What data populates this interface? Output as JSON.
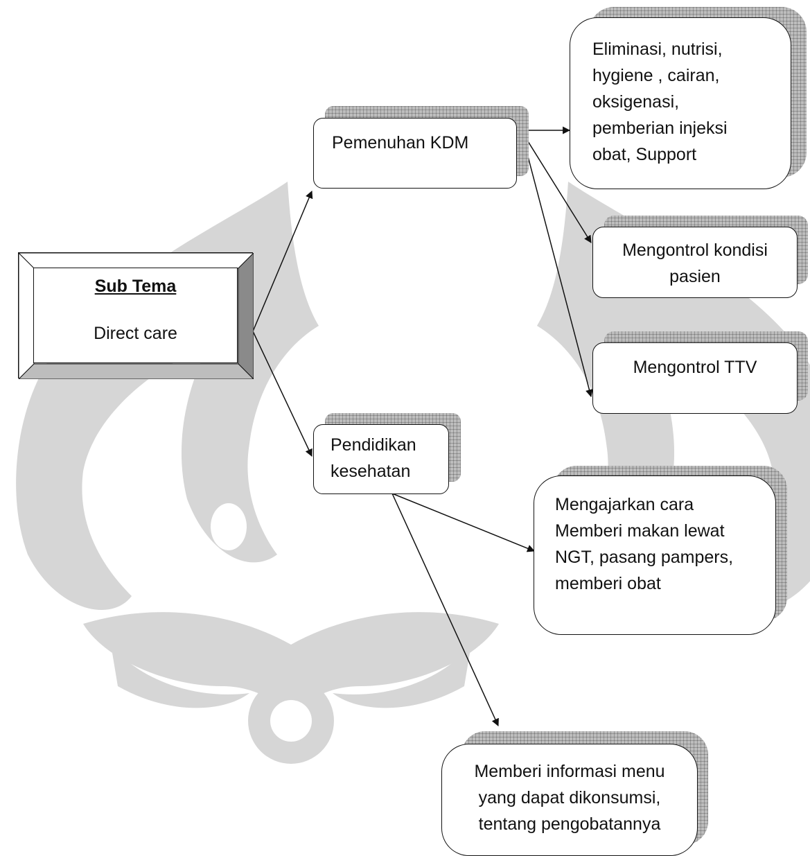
{
  "main": {
    "title": "Sub Tema",
    "subtitle": "Direct care"
  },
  "branches": {
    "kdm": {
      "label": "Pemenuhan KDM",
      "children": {
        "eliminasi": {
          "lines": [
            "Eliminasi, nutrisi,",
            "hygiene , cairan,",
            "oksigenasi,",
            "pemberian injeksi",
            "obat, Support"
          ]
        },
        "kondisi": {
          "lines": [
            "Mengontrol kondisi",
            "pasien"
          ]
        },
        "ttv": {
          "lines": [
            "Mengontrol TTV"
          ]
        }
      }
    },
    "pendidikan": {
      "lines": [
        "Pendidikan",
        "kesehatan"
      ],
      "children": {
        "mengajarkan": {
          "lines": [
            "Mengajarkan cara",
            "Memberi makan lewat",
            "NGT, pasang pampers,",
            "memberi obat"
          ]
        },
        "informasi": {
          "lines": [
            "Memberi informasi menu",
            "yang dapat dikonsumsi,",
            "tentang pengobatannya"
          ]
        }
      }
    }
  },
  "colors": {
    "line": "#111111",
    "shadow": "#bdbdbd",
    "watermark": "#d6d6d6",
    "bevel_dark": "#8a8a8a"
  }
}
